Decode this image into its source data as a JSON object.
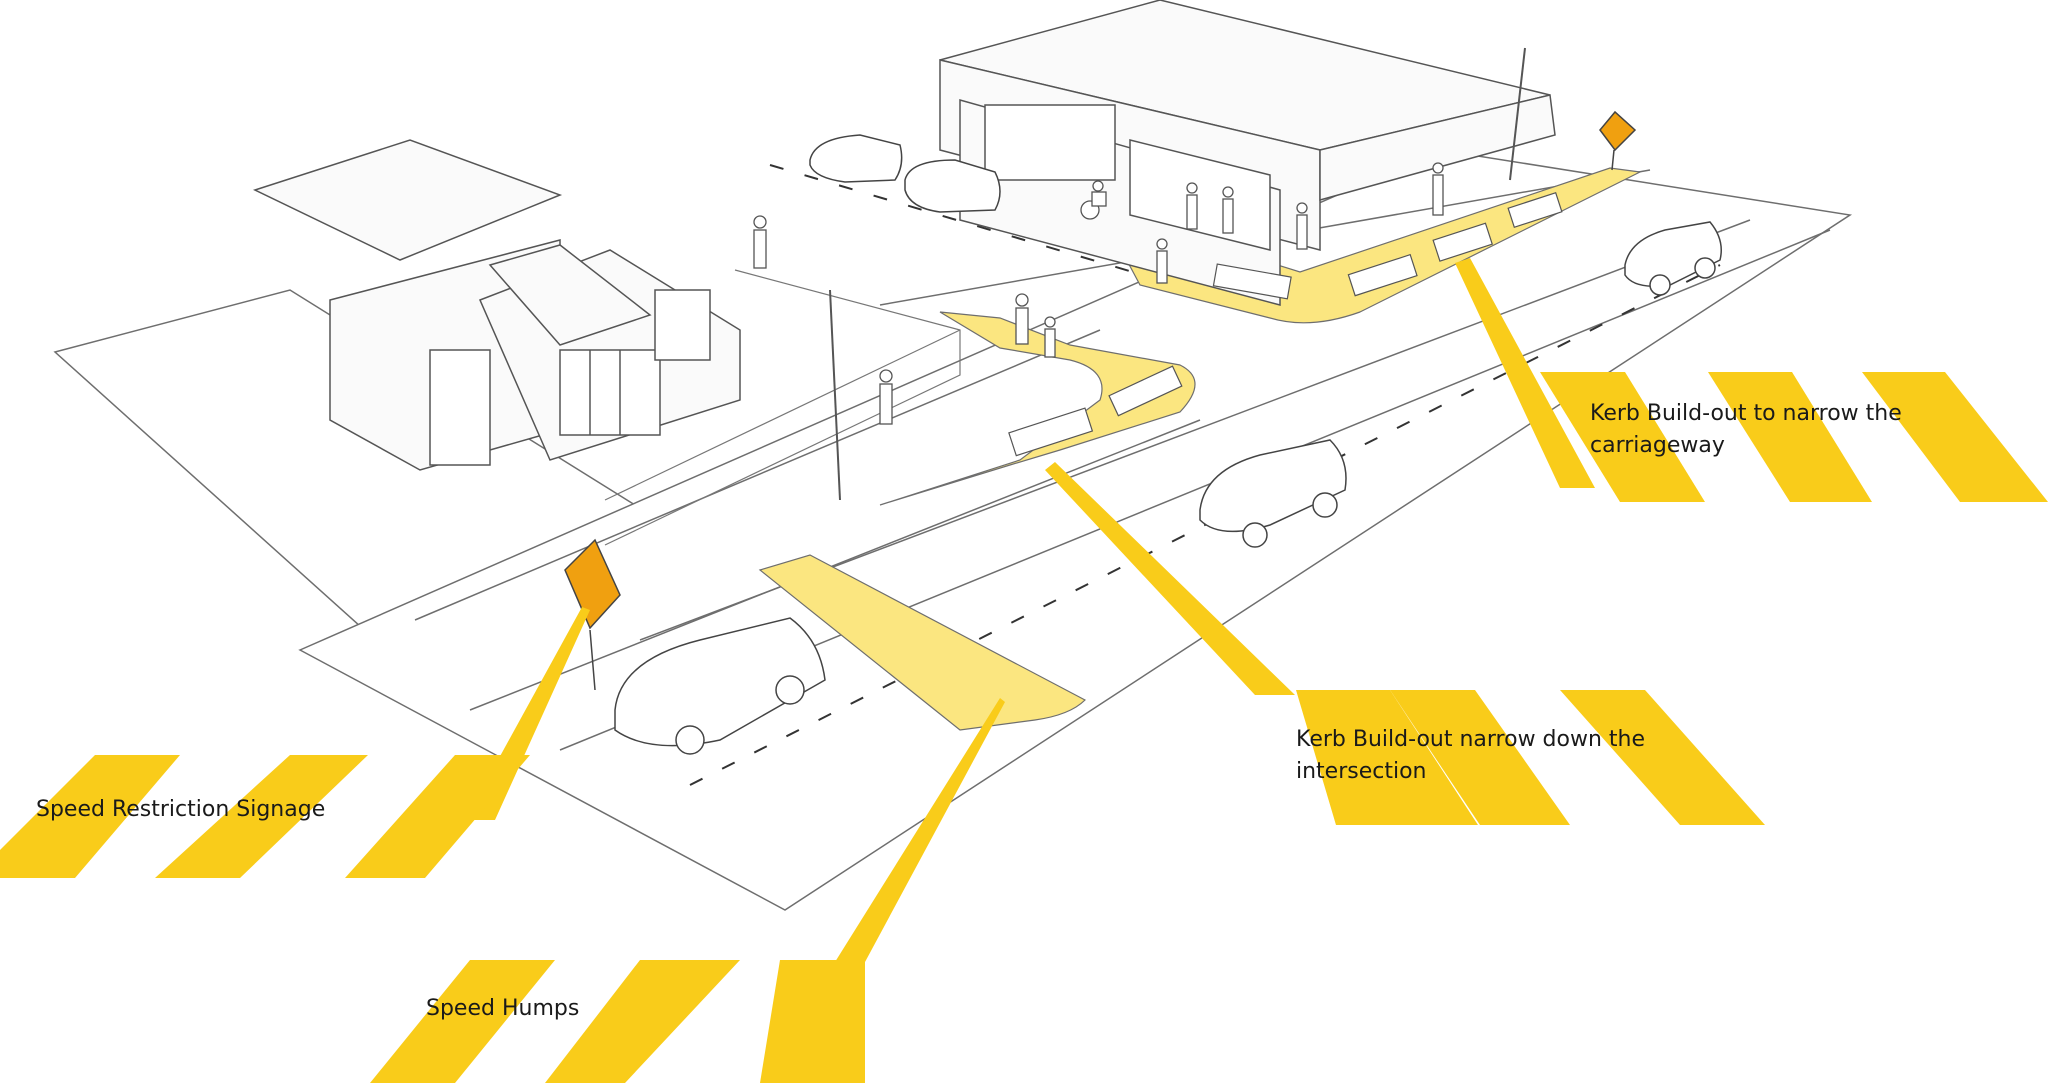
{
  "palette": {
    "accent_yellow": "#f9cc1a",
    "pale_yellow": "#fbe680",
    "sign_orange": "#f0a010",
    "line_gray": "#6e6e6e",
    "road_white": "#ffffff"
  },
  "callouts": {
    "kerb_carriageway": "Kerb Build-out to narrow the carriageway",
    "kerb_intersection": "Kerb Build-out narrow down the intersection",
    "speed_signage": "Speed Restriction Signage",
    "speed_humps": "Speed Humps"
  },
  "icons": [
    "diamond-sign-icon",
    "car-icon",
    "pedestrian-icon",
    "wheelchair-user-icon",
    "street-light-icon",
    "bench-icon"
  ]
}
